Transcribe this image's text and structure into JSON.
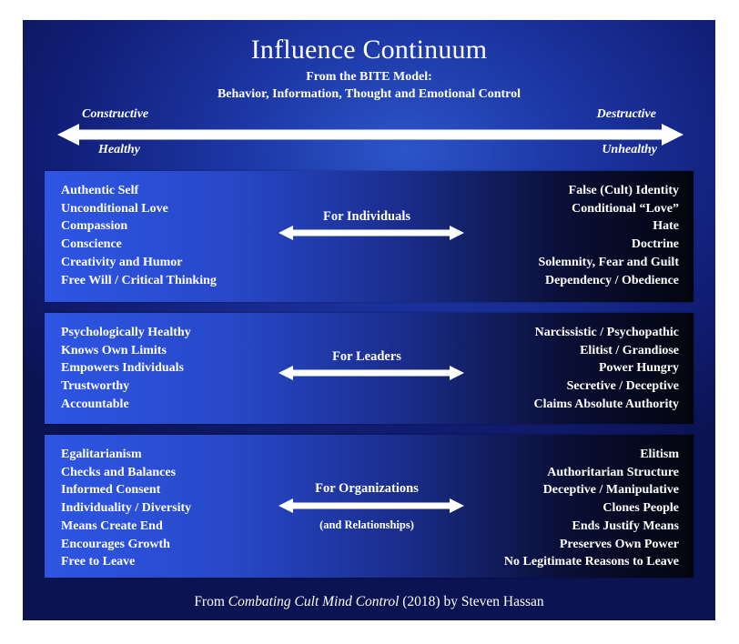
{
  "title": "Influence Continuum",
  "subtitle_line1": "From the BITE Model:",
  "subtitle_line2": "Behavior, Information, Thought and Emotional Control",
  "scale": {
    "left_top": "Constructive",
    "left_bottom": "Healthy",
    "right_top": "Destructive",
    "right_bottom": "Unhealthy"
  },
  "panels": [
    {
      "label": "For Individuals",
      "sublabel": "",
      "left": [
        "Authentic Self",
        "Unconditional Love",
        "Compassion",
        "Conscience",
        "Creativity and Humor",
        "Free Will / Critical Thinking"
      ],
      "right": [
        "False (Cult) Identity",
        "Conditional “Love”",
        "Hate",
        "Doctrine",
        "Solemnity, Fear and Guilt",
        "Dependency / Obedience"
      ]
    },
    {
      "label": "For Leaders",
      "sublabel": "",
      "left": [
        "Psychologically Healthy",
        "Knows Own Limits",
        "Empowers Individuals",
        "Trustworthy",
        "Accountable"
      ],
      "right": [
        "Narcissistic / Psychopathic",
        "Elitist / Grandiose",
        "Power Hungry",
        "Secretive / Deceptive",
        "Claims Absolute Authority"
      ]
    },
    {
      "label": "For Organizations",
      "sublabel": "(and Relationships)",
      "left": [
        "Egalitarianism",
        "Checks and Balances",
        "Informed Consent",
        "Individuality / Diversity",
        "Means Create End",
        "Encourages Growth",
        "Free to Leave"
      ],
      "right": [
        "Elitism",
        "Authoritarian Structure",
        "Deceptive / Manipulative",
        "Clones People",
        "Ends Justify Means",
        "Preserves Own Power",
        "No Legitimate Reasons to Leave"
      ]
    }
  ],
  "footer": {
    "prefix": "From ",
    "book": "Combating Cult Mind Control",
    "suffix": " (2018) by Steven Hassan"
  }
}
